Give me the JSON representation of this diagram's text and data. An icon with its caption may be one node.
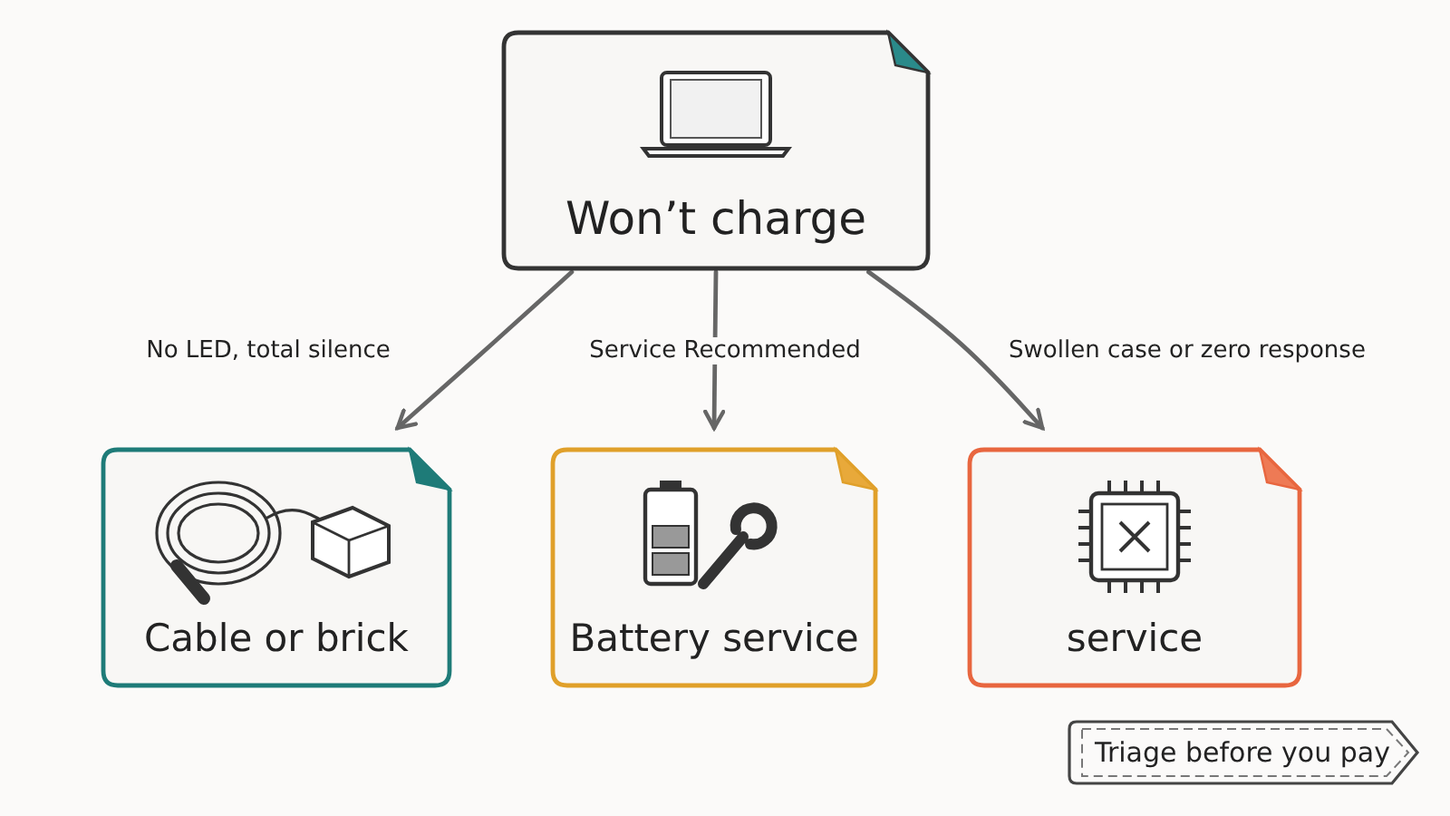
{
  "diagram": {
    "nodes": [
      {
        "text": [
          "Won’t charge"
        ]
      },
      {
        "text": [
          "Cable or brick"
        ]
      },
      {
        "text": [
          "Battery service"
        ]
      },
      {
        "text": [
          "service"
        ]
      }
    ],
    "edges": [
      {
        "from": 0,
        "to": 1,
        "arrow": "to",
        "label": "No LED, total silence"
      },
      {
        "from": 0,
        "to": 2,
        "arrow": "to",
        "label": "Service Recommended"
      },
      {
        "from": 0,
        "to": 3,
        "arrow": "to",
        "label": "Swollen case or zero response"
      }
    ],
    "labels": [
      "Triage before you pay"
    ]
  }
}
